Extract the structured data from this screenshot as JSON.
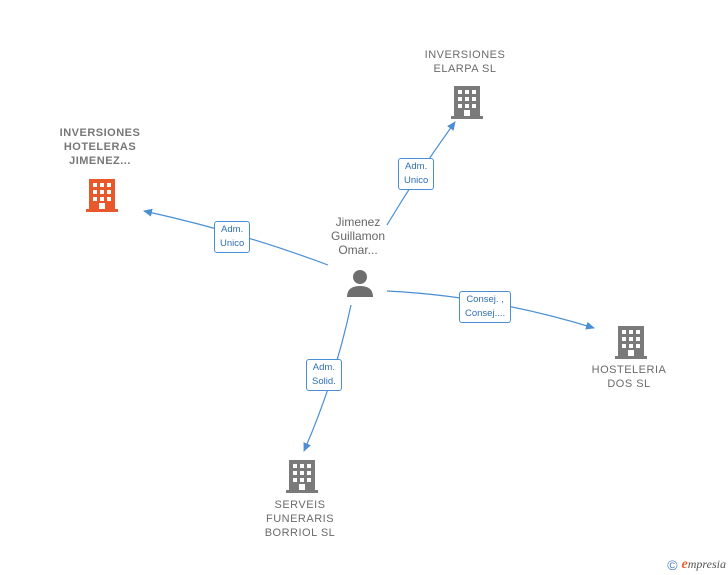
{
  "nodes": {
    "center": {
      "lines": [
        "Jimenez",
        "Guillamon",
        "Omar..."
      ],
      "icon": "person-icon"
    },
    "inversiones_hoteleras": {
      "lines": [
        "INVERSIONES",
        "HOTELERAS",
        "JIMENEZ..."
      ],
      "icon": "building-icon",
      "color": "#e8582a"
    },
    "inversiones_elarpa": {
      "lines": [
        "INVERSIONES",
        "ELARPA  SL"
      ],
      "icon": "building-icon",
      "color": "#7a7a7a"
    },
    "hosteleria_dos": {
      "lines": [
        "HOSTELERIA",
        "DOS  SL"
      ],
      "icon": "building-icon",
      "color": "#7a7a7a"
    },
    "serveis_funeraris": {
      "lines": [
        "SERVEIS",
        "FUNERARIS",
        "BORRIOL  SL"
      ],
      "icon": "building-icon",
      "color": "#7a7a7a"
    }
  },
  "edges": {
    "to_hoteleras": [
      "Adm.",
      "Unico"
    ],
    "to_elarpa": [
      "Adm.",
      "Unico"
    ],
    "to_hosteleria": [
      "Consej. ,",
      "Consej...."
    ],
    "to_serveis": [
      "Adm.",
      "Solid."
    ]
  },
  "colors": {
    "edge": "#4a8fd3",
    "person": "#6e6e6e"
  },
  "footer": {
    "copyright": "©",
    "brand_initial": "e",
    "brand_rest": "mpresia"
  }
}
